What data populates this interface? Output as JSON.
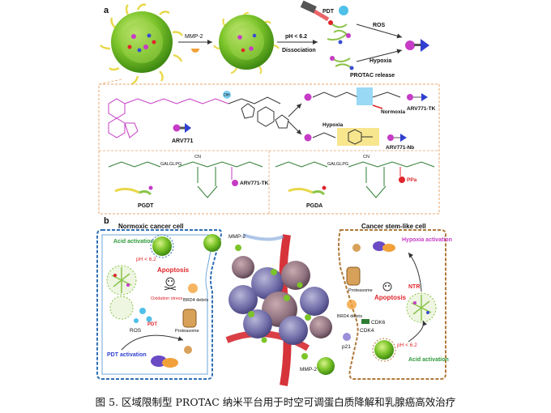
{
  "panel_a": {
    "label": "a",
    "top_flow": {
      "mmp2": "MMP-2",
      "ph": "pH < 6.2",
      "dissociation": "Dissociation",
      "pdt": "PDT",
      "ros": "ROS",
      "hypoxia": "Hypoxia",
      "protac_release": "PROTAC release"
    },
    "chem": {
      "arv771": "ARV771",
      "oh": "OH",
      "arv771_tk": "ARV771-TK",
      "normoxia": "Normoxia",
      "hypoxia": "Hypoxia",
      "arv771_nb": "ARV771-Nb"
    },
    "polymers": {
      "peg_left": "GALGLPG",
      "cn": "CN",
      "pgdt": "PGDT",
      "arv771_tk": "ARV771-TK",
      "pgda": "PGDA",
      "ppa": "PPa",
      "peg_right": "GALGLPG"
    }
  },
  "panel_b": {
    "label": "b",
    "left_title": "Normoxic cancer cell",
    "right_title": "Cancer stem-like cell",
    "mmp2_top": "MMP-2",
    "mmp2_bottom": "MMP-2",
    "left": {
      "acid_activation": "Acid activation",
      "ph": "pH < 6.2",
      "apoptosis": "Apoptosis",
      "oxidation_stress": "Oxidation stress",
      "pdt": "PDT",
      "ros": "ROS",
      "brd4_debris": "BRD4 debris",
      "proteasome": "Proteasome",
      "pdt_activation": "PDT activation"
    },
    "right": {
      "hypoxia_activation": "Hypoxia activation",
      "proteasome": "Proteasome",
      "ntr": "NTR",
      "apoptosis": "Apoptosis",
      "brd4_debris": "BRD4 debris",
      "cdk6": "CDK6",
      "cdk4": "CDK4",
      "p21": "p21",
      "ph": "pH < 6.2",
      "acid_activation": "Acid activation"
    }
  },
  "caption": "图 5. 区域限制型 PROTAC 纳米平台用于时空可调蛋白质降解和乳腺癌高效治疗",
  "colors": {
    "nano_green": "#7cc42a",
    "corona_yellow": "#e8d84a",
    "left_border": "#2f6fb5",
    "right_border": "#b07a3a",
    "accent_red": "#e0252b",
    "protac_purple": "#c63cc6",
    "dashed_orange": "#e9a46b"
  }
}
